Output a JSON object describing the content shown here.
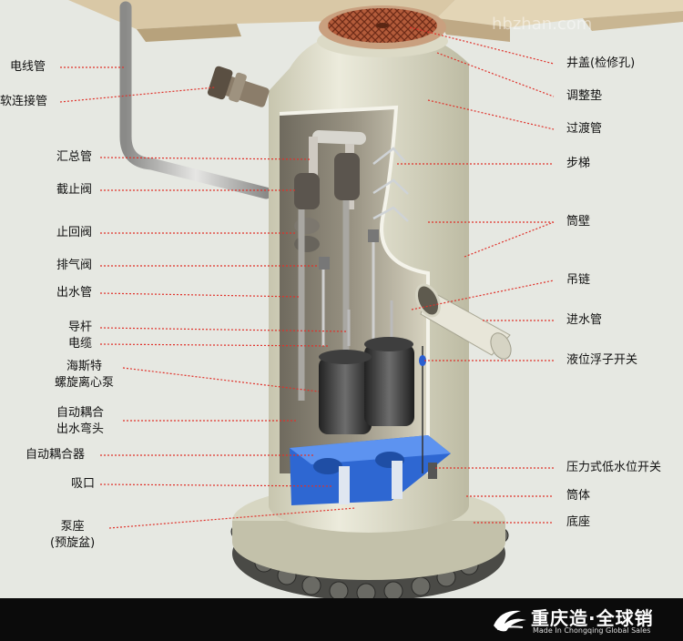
{
  "labels_left": [
    {
      "id": "cable-pipe",
      "text": "电线管"
    },
    {
      "id": "soft-connector",
      "text": "软连接管"
    },
    {
      "id": "manifold",
      "text": "汇总管"
    },
    {
      "id": "gate-valve",
      "text": "截止阀"
    },
    {
      "id": "check-valve",
      "text": "止回阀"
    },
    {
      "id": "air-valve",
      "text": "排气阀"
    },
    {
      "id": "outlet-pipe",
      "text": "出水管"
    },
    {
      "id": "guide-rod",
      "text": "导杆"
    },
    {
      "id": "cable",
      "text": "电缆"
    },
    {
      "id": "pump",
      "text": "海斯特\n螺旋离心泵"
    },
    {
      "id": "auto-coupling-elbow",
      "text": "自动耦合\n出水弯头"
    },
    {
      "id": "auto-coupler",
      "text": "自动耦合器"
    },
    {
      "id": "suction",
      "text": "吸口"
    },
    {
      "id": "pump-base",
      "text": "泵座\n(预旋盆)"
    }
  ],
  "labels_right": [
    {
      "id": "manhole-cover",
      "text": "井盖(检修孔)"
    },
    {
      "id": "adjust-pad",
      "text": "调整垫"
    },
    {
      "id": "transition-pipe",
      "text": "过渡管"
    },
    {
      "id": "ladder",
      "text": "步梯"
    },
    {
      "id": "barrel-wall",
      "text": "筒壁"
    },
    {
      "id": "lifting-chain",
      "text": "吊链"
    },
    {
      "id": "inlet-pipe",
      "text": "进水管"
    },
    {
      "id": "float-switch",
      "text": "液位浮子开关"
    },
    {
      "id": "pressure-switch",
      "text": "压力式低水位开关"
    },
    {
      "id": "barrel-body",
      "text": "筒体"
    },
    {
      "id": "base",
      "text": "底座"
    }
  ],
  "watermark": "hbzhan.com",
  "footer": {
    "brand_cn": "重庆造·全球销",
    "brand_en": "Made In Chongqing Global Sales"
  },
  "colors": {
    "leader": "#e0312a",
    "shell": "#d9d8c4",
    "bluebase": "#2f6fd8",
    "background": "#e6e8e2",
    "footer": "#0b0b0b"
  }
}
